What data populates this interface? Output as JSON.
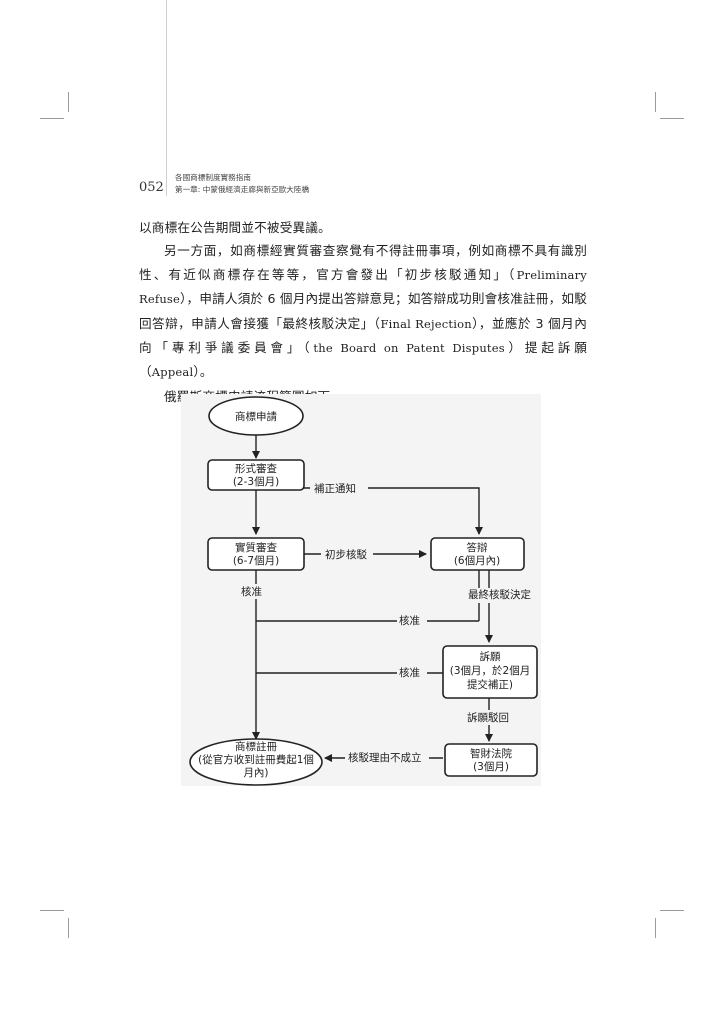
{
  "header": {
    "page_number": "052",
    "running_title_1": "各國商標制度實務指南",
    "running_title_2": "第一章: 中蒙俄經濟走廊與新亞歐大陸橋"
  },
  "body": {
    "p1": "以商標在公告期間並不被受異議。",
    "p2_a": "另一方面，如商標經實質審查察覺有不得註冊事項，例如商標不具有識別性、有近似商標存在等等，官方會發出「初步核駁通知」（",
    "p2_b": "Preliminary Refuse",
    "p2_c": "），申請人須於 6 個月內提出答辯意見；如答辯成功則會核准註冊，如駁回答辯，申請人會接獲「最終核駁決定」（",
    "p2_d": "Final Rejection",
    "p2_e": "），並應於 3 個月內向「專利爭議委員會」（",
    "p2_f": "the Board on Patent Disputes",
    "p2_g": "）提起訴願（",
    "p2_h": "Appeal",
    "p2_i": "）。",
    "p3": "俄羅斯商標申請流程簡圖如下。"
  },
  "flowchart": {
    "nodes": {
      "apply": "商標申請",
      "formal_1": "形式審查",
      "formal_2": "(2-3個月)",
      "substantive_1": "實質審查",
      "substantive_2": "(6-7個月)",
      "response_1": "答辯",
      "response_2": "(6個月內)",
      "appeal_1": "訴願",
      "appeal_2": "(3個月，於2個月",
      "appeal_3": "提交補正)",
      "court_1": "智財法院",
      "court_2": "(3個月)",
      "register_1": "商標註冊",
      "register_2": "(從官方收到註冊費起1個",
      "register_3": "月內)"
    },
    "edges": {
      "supplement": "補正通知",
      "preliminary": "初步核駁",
      "approve_1": "核准",
      "final_reject": "最終核駁決定",
      "approve_2": "核准",
      "approve_3": "核准",
      "appeal_reject": "訴願駁回",
      "not_established": "核駁理由不成立"
    }
  }
}
